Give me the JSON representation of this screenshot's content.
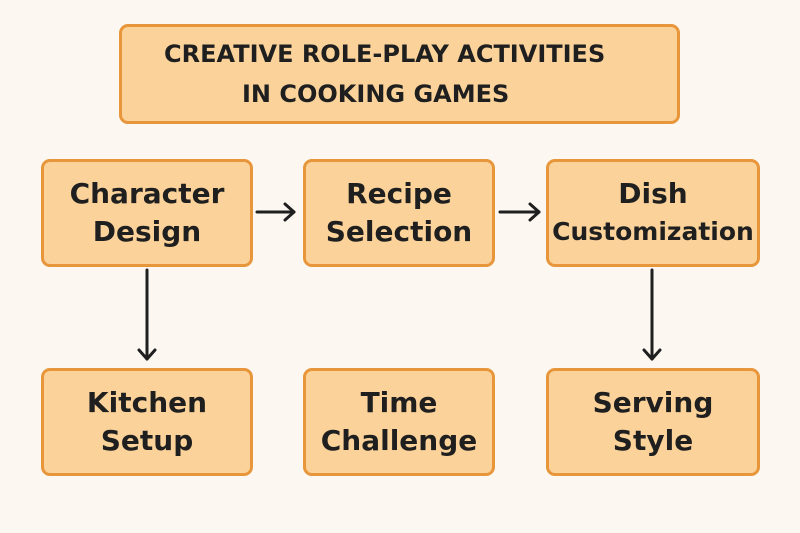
{
  "title": {
    "line1": "CREATIVE ROLE-PLAY ACTIVITIES",
    "line2": "IN COOKING GAMES"
  },
  "nodes": {
    "character_design": {
      "line1": "Character",
      "line2": "Design"
    },
    "recipe_selection": {
      "line1": "Recipe",
      "line2": "Selection"
    },
    "dish_customization": {
      "line1": "Dish",
      "line2": "Customization"
    },
    "kitchen_setup": {
      "line1": "Kitchen",
      "line2": "Setup"
    },
    "time_challenge": {
      "line1": "Time",
      "line2": "Challenge"
    },
    "serving_style": {
      "line1": "Serving",
      "line2": "Style"
    }
  },
  "edges": [
    {
      "from": "character_design",
      "to": "recipe_selection"
    },
    {
      "from": "recipe_selection",
      "to": "dish_customization"
    },
    {
      "from": "character_design",
      "to": "kitchen_setup"
    },
    {
      "from": "dish_customization",
      "to": "serving_style"
    }
  ],
  "colors": {
    "box_fill": "#fbd39a",
    "box_border": "#e8963b",
    "arrow": "#1f1f1f",
    "background": "#fcf8f1"
  }
}
